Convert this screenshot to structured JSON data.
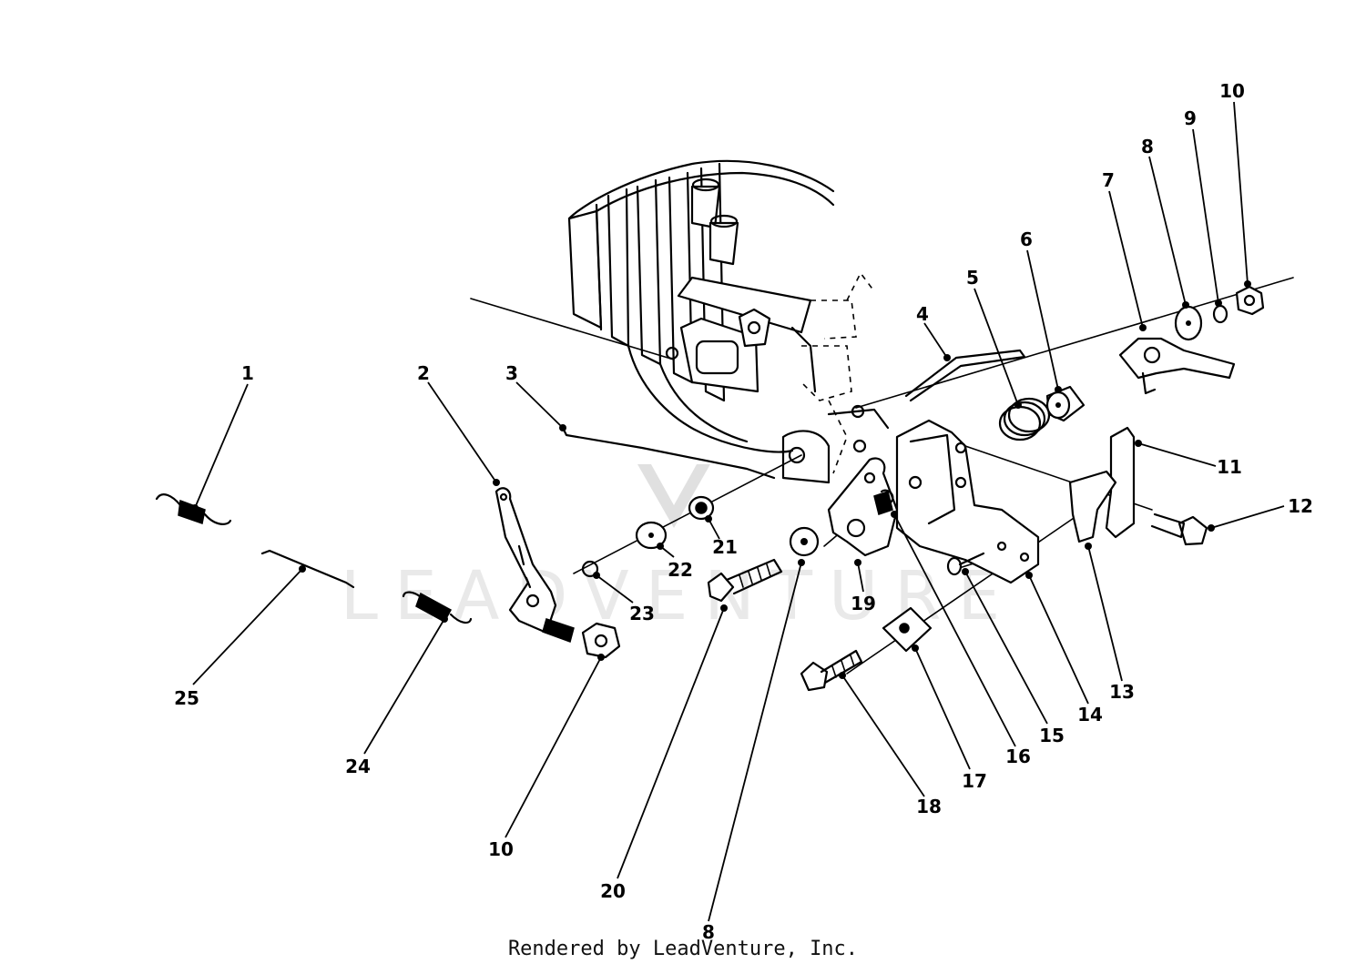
{
  "watermark": "LEADVENTURE",
  "credit": "Rendered by LeadVenture, Inc.",
  "labels": [
    "1",
    "2",
    "3",
    "4",
    "5",
    "6",
    "7",
    "8",
    "9",
    "10",
    "11",
    "12",
    "13",
    "14",
    "15",
    "16",
    "17",
    "18",
    "19",
    "20",
    "21",
    "22",
    "23",
    "10",
    "24",
    "25",
    "8"
  ]
}
